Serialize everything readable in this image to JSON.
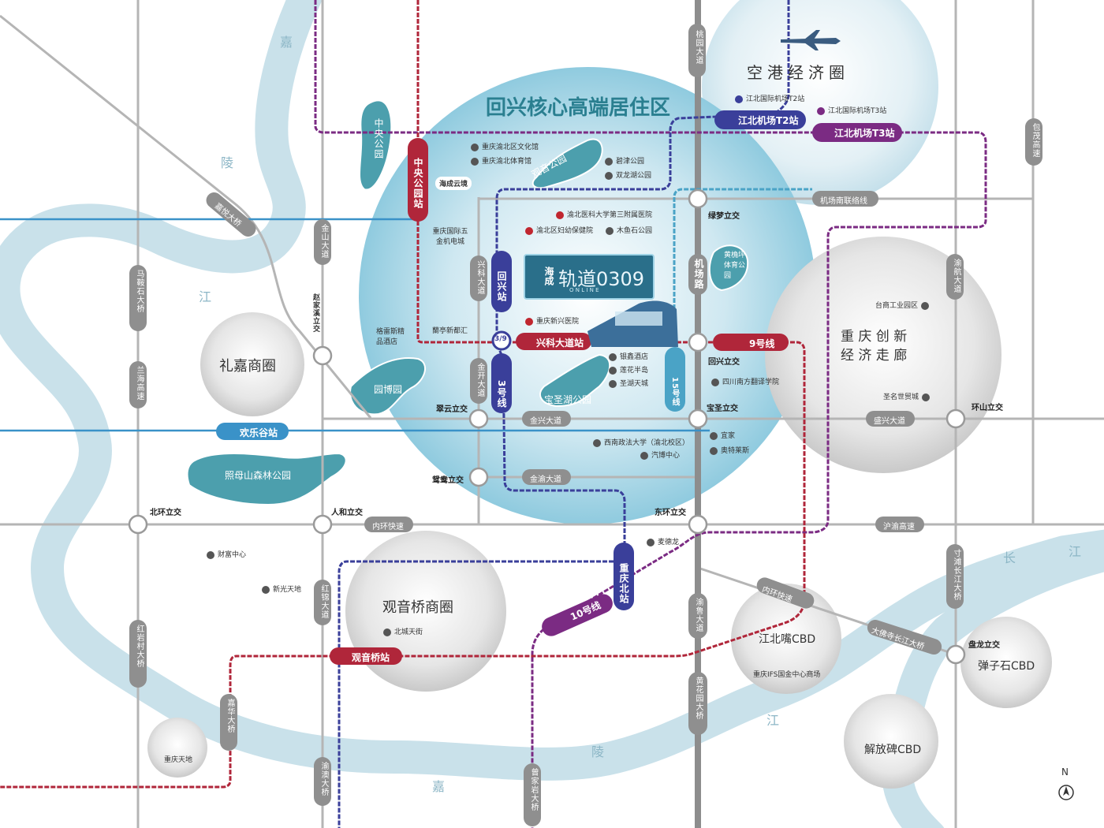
{
  "colors": {
    "river": "#c9e1ea",
    "road": "#a9a9a9",
    "road_label_bg": "#8f8f8f",
    "line_purple": "#7b2b83",
    "line_red": "#b0263a",
    "line_blue": "#3a3f9a",
    "line_teal": "#4aa3c6",
    "line_cyan": "#3a92c8",
    "core_circle": "#7fc3da",
    "park": "#4c9fad",
    "bubble": "#dcdcdc",
    "title": "#2a7f90"
  },
  "rivers": {
    "jialing": [
      "嘉",
      "陵",
      "江"
    ],
    "jialing_lower": [
      "陵",
      "嘉"
    ],
    "yangtze": [
      "长",
      "江",
      "江"
    ]
  },
  "zones": {
    "core_title": "回兴核心高端居住区",
    "airport": "空港经济圈",
    "innovation_1": "重  庆  创  新",
    "innovation_2": "经  济  走  廊",
    "lijia": "礼嘉商圈",
    "guanyinqiao": "观音桥商圈",
    "jiangbeizui": "江北嘴CBD",
    "danzishi": "弹子石CBD",
    "jiefangbei": "解放碑CBD",
    "chongqing_tiandi": "重庆天地"
  },
  "project": {
    "brand": "海成",
    "name": "轨道0309",
    "sub": "O N L I N E"
  },
  "parks": {
    "zhongyang": "中央公园",
    "guanyin": "观音公园",
    "yuanbo": "园博园",
    "baoshenghu": "宝圣湖公园",
    "zhaomushan": "照母山森林公园",
    "huangmaoping": "黄桷坪体育公园"
  },
  "stations": {
    "zhongyanggongyuan": "中央公园站",
    "jiangbei_t2": "江北机场T2站",
    "jiangbei_t3": "江北机场T3站",
    "huixing": "回兴站",
    "xingkedadao": "兴科大道站",
    "line9": "9号线",
    "line3": "3号线",
    "line15": "15号线",
    "huanlegu": "欢乐谷站",
    "chongqingbei": "重庆北站",
    "line10": "10号线",
    "guanyinqiao": "观音桥站",
    "interchange": "3/9"
  },
  "poi": {
    "t2_terminal": "江北国际机场T2站",
    "t3_terminal": "江北国际机场T3站",
    "culture_center": "重庆渝北区文化馆",
    "stadium": "重庆渝北体育馆",
    "bijin": "碧津公园",
    "shuanglong": "双龙湖公园",
    "haicheng": "海成云境",
    "wujin": "重庆国际五金机电城",
    "hospital3": "渝北医科大学第三附属医院",
    "maternal": "渝北区妇幼保健院",
    "muyushi": "木鱼石公园",
    "xinxing_hospital": "重庆新兴医院",
    "gefulis": "格雷斯精品酒店",
    "lanting": "蘭亭新都汇",
    "yinxin": "银鑫酒店",
    "lianhua": "莲花半岛",
    "shengyuan": "圣湖天城",
    "sichuan_trans": "四川南方翻译学院",
    "taishang": "台商工业园区",
    "shengming": "圣名世贸城",
    "xinan": "西南政法大学（渝北校区）",
    "qibo": "汽博中心",
    "yijia": "宜家",
    "aotelaisi": "奥特莱斯",
    "caifu": "财富中心",
    "xinguang": "新光天地",
    "beicheng": "北城天街",
    "maidelong": "麦德龙",
    "ifs": "重庆IFS国金中心商场"
  },
  "roads": {
    "taoyuan": "桃园大道",
    "baomao": "包茂高速",
    "jichang_nan": "机场南联络线",
    "jinshan": "金山大道",
    "xingke": "兴科大道",
    "jichang_lu": "机场路",
    "yuhang": "渝航大道",
    "maanshi": "马鞍石大桥",
    "jiayue": "嘉悦大桥",
    "zhaojiaxi": "赵家溪立交",
    "lanhai": "兰海高速",
    "jinkai": "金开大道",
    "jinxing": "金兴大道",
    "shengxing": "盛兴大道",
    "jinyu": "金渝大道",
    "neihuan": "内环快速",
    "huyu": "沪渝高速",
    "hongjin": "红锦大道",
    "hongyancun": "红岩村大桥",
    "jiahua": "嘉华大桥",
    "yuao": "渝澳大桥",
    "zengjiayan": "曾家岩大桥",
    "yulu": "渝鲁大道",
    "huanghuayuan": "黄花园大桥",
    "neihuan2": "内环快速",
    "dafosi": "大佛寺长江大桥",
    "cuntan": "寸滩长江大桥"
  },
  "interchanges": {
    "lvmeng": "绿梦立交",
    "huixing": "回兴立交",
    "baosheng": "宝圣立交",
    "cuiyun": "翠云立交",
    "yuanyang": "鸳鸯立交",
    "huanshan": "环山立交",
    "beihuan": "北环立交",
    "renhe": "人和立交",
    "donghuan": "东环立交",
    "panlong": "盘龙立交"
  },
  "compass": "N"
}
